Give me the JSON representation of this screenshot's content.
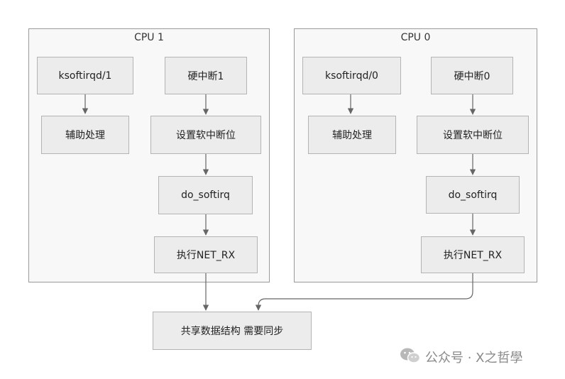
{
  "clusters": {
    "cpu1": {
      "title": "CPU 1"
    },
    "cpu0": {
      "title": "CPU 0"
    }
  },
  "nodes": {
    "cpu1_ksoftirqd": "ksoftirqd/1",
    "cpu1_hardirq": "硬中断1",
    "cpu1_aux": "辅助处理",
    "cpu1_set_softirq": "设置软中断位",
    "cpu1_do_softirq": "do_softirq",
    "cpu1_net_rx": "执行NET_RX",
    "cpu0_ksoftirqd": "ksoftirqd/0",
    "cpu0_hardirq": "硬中断0",
    "cpu0_aux": "辅助处理",
    "cpu0_set_softirq": "设置软中断位",
    "cpu0_do_softirq": "do_softirq",
    "cpu0_net_rx": "执行NET_RX",
    "shared": "共享数据结构 需要同步"
  },
  "watermark": {
    "text": "公众号 · X之哲學",
    "icon": "wechat-icon"
  },
  "colors": {
    "node_fill": "#ececec",
    "node_border": "#b4b4b4",
    "cluster_fill": "#f8f8f8",
    "cluster_border": "#9a9a9a",
    "edge": "#666666",
    "watermark": "#8a8a8a"
  }
}
